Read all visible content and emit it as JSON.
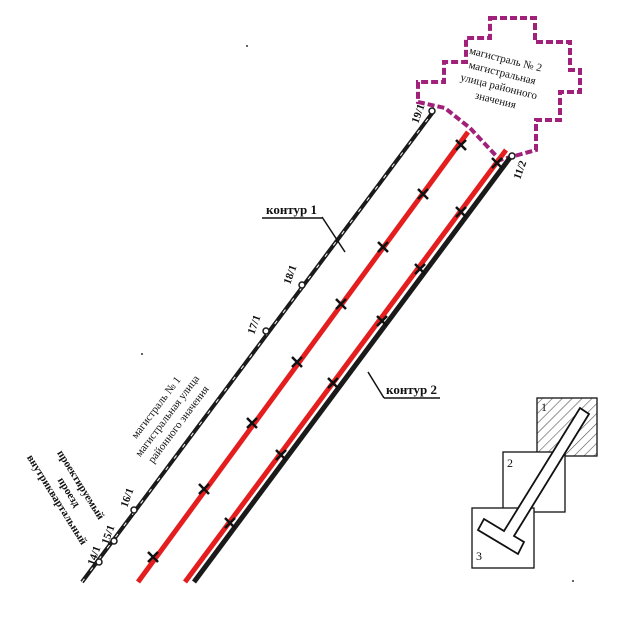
{
  "labels": {
    "contour1": "контур 1",
    "contour2": "контур 2",
    "magistral2": [
      "магистраль № 2",
      "магистральная",
      "улица районного",
      "значения"
    ],
    "magistral1": [
      "магистраль № 1",
      "магистральная улица",
      "районного значения"
    ],
    "proezd": [
      "проектируемый",
      "проезд",
      "внутриквартальный"
    ]
  },
  "wells": [
    "14/1",
    "15/1",
    "16/1",
    "17/1",
    "18/1",
    "19/1",
    "11/2"
  ],
  "sections": [
    "1",
    "2",
    "3"
  ],
  "colors": {
    "pipe_red": "#e41e1e",
    "road_black": "#1a1a1a",
    "building_border": "#a0207a",
    "hatch": "#555555"
  }
}
